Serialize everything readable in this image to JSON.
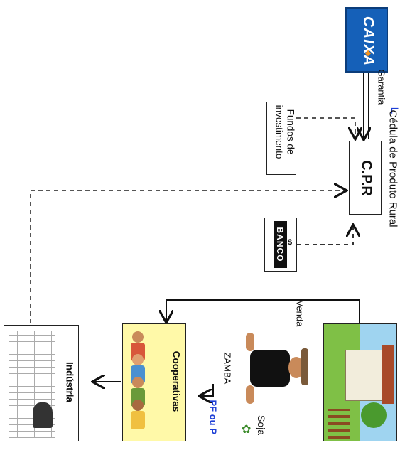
{
  "caixa": {
    "logo_text": "CAIXA",
    "color": "#1560b8",
    "accent": "#f7941d"
  },
  "cpr": {
    "label": "C.P.R",
    "legend_marker": "L",
    "legend_text": "Cédula de Produto Rural"
  },
  "fundos": {
    "line1": "Fundos de",
    "line2": "investimento"
  },
  "banco": {
    "label": "BANCO"
  },
  "arrows": {
    "garantia": "Garantia",
    "venda": "Venda"
  },
  "farm": {
    "soja": "Soja",
    "zamba": "ZAMBA",
    "pf": "PF ou P"
  },
  "cooperativas": {
    "label": "Cooperativas",
    "bg": "#fff9a8"
  },
  "industria": {
    "label": "Indústria"
  }
}
